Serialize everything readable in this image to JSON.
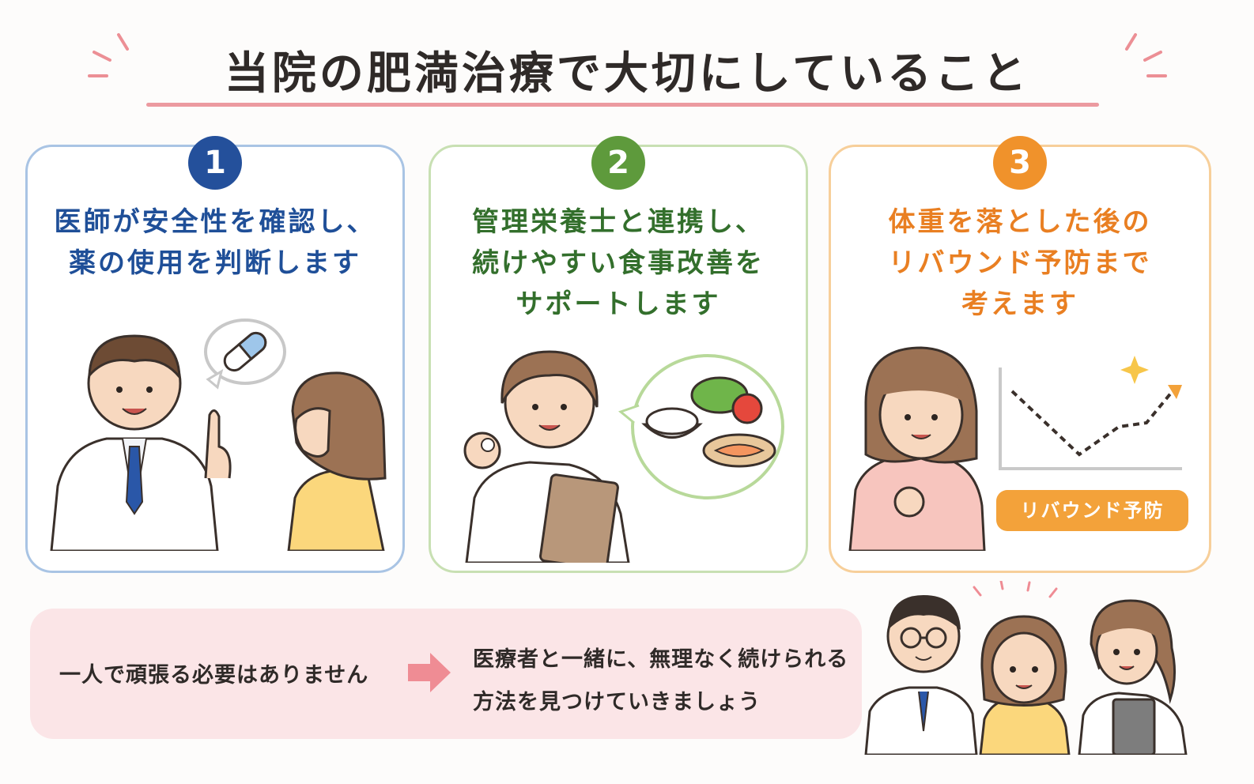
{
  "title": "当院の肥満治療で大切にしていること",
  "colors": {
    "accent_pink": "#ec9aa0",
    "blue": "#24509b",
    "green": "#5e9a3c",
    "orange": "#f0922b"
  },
  "cards": [
    {
      "number": "1",
      "lines": [
        "医師が安全性を確認し、",
        "薬の使用を判断します"
      ],
      "icons": [
        "doctor-illustration",
        "pill-capsule-icon",
        "patient-illustration"
      ]
    },
    {
      "number": "2",
      "lines": [
        "管理栄養士と連携し、",
        "続けやすい食事改善を",
        "サポートします"
      ],
      "icons": [
        "dietitian-illustration",
        "meal-icon"
      ]
    },
    {
      "number": "3",
      "lines": [
        "体重を落とした後の",
        "リバウンド予防まで",
        "考えます"
      ],
      "icons": [
        "patient-illustration",
        "weight-graph-icon"
      ],
      "badge": "リバウンド予防"
    }
  ],
  "bottom": {
    "left_text": "一人で頑張る必要はありません",
    "right_lines": [
      "医療者と一緒に、無理なく続けられる",
      "方法を見つけていきましょう"
    ]
  }
}
